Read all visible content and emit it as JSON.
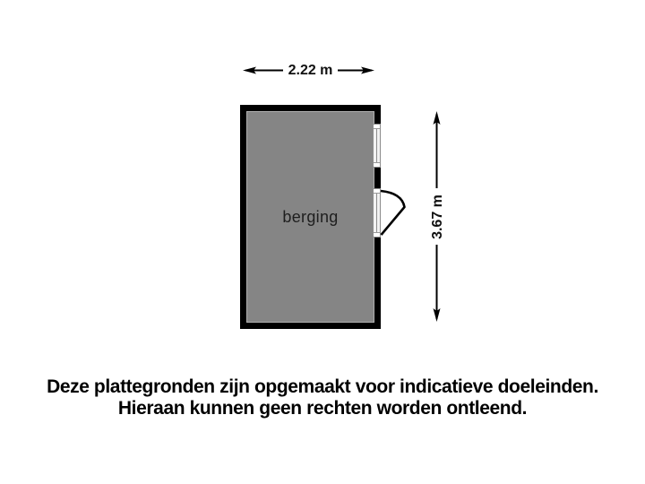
{
  "floorplan": {
    "room": {
      "label": "berging"
    },
    "dimensions": {
      "width_label": "2.22 m",
      "height_label": "3.67 m"
    },
    "features": {
      "window_icon": "window",
      "door_icon": "door-swing"
    }
  },
  "disclaimer": {
    "line1": "Deze plattegronden zijn opgemaakt voor indicatieve doeleinden.",
    "line2": "Hieraan kunnen geen rechten worden ontleend."
  },
  "colors": {
    "background": "#ffffff",
    "wall": "#000000",
    "room_fill": "#858585",
    "room_fill_edge": "#b0b0b0",
    "dimension_line": "#000000"
  }
}
